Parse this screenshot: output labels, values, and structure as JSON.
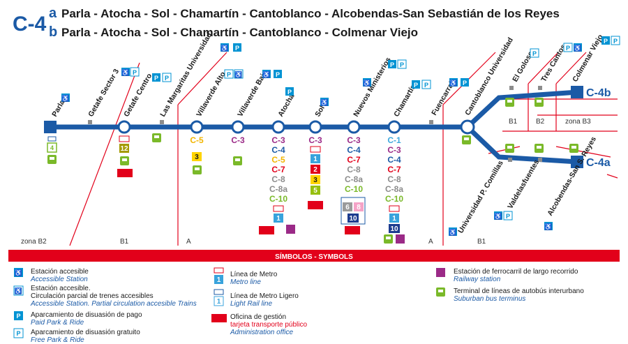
{
  "header": {
    "line_label": "C-4",
    "branch_a": "a",
    "branch_b": "b",
    "route_a": "Parla - Atocha - Sol - Chamartín - Cantoblanco - Alcobendas-San Sebastián de los Reyes",
    "route_b": "Parla - Atocha - Sol - Chamartín - Cantoblanco - Colmenar Viejo"
  },
  "stations": {
    "parla": "Parla",
    "getafe_sector3": "Getafe Sector 3",
    "getafe_centro": "Getafe Centro",
    "margaritas": "Las Margaritas Universidad",
    "villaverde_alto": "Villaverde Alto",
    "villaverde_bajo": "Villaverde Bajo",
    "atocha": "Atocha",
    "sol": "Sol",
    "nuevos_ministerios": "Nuevos Ministerios",
    "chamartin": "Chamartín",
    "fuencarral": "Fuencarral",
    "cantoblanco": "Cantoblanco Universidad",
    "el_goloso": "El Goloso",
    "tres_cantos": "Tres Cantos",
    "colmenar_viejo": "Colmenar Viejo",
    "comillas": "Universidad P. Comillas",
    "valdelasfuentes": "Valdelasfuentes",
    "alcobendas": "Alcobendas-San S. Reyes"
  },
  "terminals": {
    "b": "C-4b",
    "a": "C-4a"
  },
  "zones": {
    "zona_b2": "zona B2",
    "b1_left": "B1",
    "a_left": "A",
    "a_right": "A",
    "b1_right": "B1",
    "b1_top": "B1",
    "b2_top": "B2",
    "zona_b3": "zona B3"
  },
  "connections": {
    "parla_tram": "4",
    "getafe_metro": "12",
    "villaverde_alto_cercanias": "C-5",
    "villaverde_alto_metro": "3",
    "villaverde_bajo_cercanias": "C-3",
    "atocha_cercanias": [
      "C-3",
      "C-4",
      "C-5",
      "C-7",
      "C-8",
      "C-8a",
      "C-10"
    ],
    "atocha_metro": "1",
    "sol_cercanias": "C-3",
    "sol_metro": [
      "1",
      "2",
      "3",
      "5"
    ],
    "nuevos_cercanias": [
      "C-3",
      "C-4",
      "C-7",
      "C-8",
      "C-8a",
      "C-10"
    ],
    "nuevos_metro": [
      "6",
      "8",
      "10"
    ],
    "chamartin_cercanias": [
      "C-1",
      "C-3",
      "C-4",
      "C-7",
      "C-8",
      "C-8a",
      "C-10"
    ],
    "chamartin_metro": [
      "1",
      "10"
    ]
  },
  "symbols_banner": "SÍMBOLOS - SYMBOLS",
  "legend": {
    "accessible_es": "Estación accesible",
    "accessible_en": "Accessible Station",
    "partial_es_1": "Estación accesible.",
    "partial_es_2": "Circulación parcial de trenes accesibles",
    "partial_en": "Accessible Station. Partial circulation accesible Trains",
    "paid_es": "Aparcamiento de disuasión de pago",
    "paid_en": "Paid Park & Ride",
    "free_es": "Aparcamiento de disuasión gratuito",
    "free_en": "Free Park & Ride",
    "metro_es": "Línea de Metro",
    "metro_en": "Metro line",
    "light_es": "Línea de Metro Ligero",
    "light_en": "Light Rail line",
    "office_es": "Oficina de gestión",
    "office_red": "tarjeta transporte público",
    "office_en": "Administration office",
    "rail_es": "Estación de ferrocarril de largo recorrido",
    "rail_en": "Railway station",
    "bus_es": "Terminal de líneas de autobús interurbano",
    "bus_en": "Suburban bus terminus",
    "metro_sample": "1",
    "light_sample": "1"
  },
  "colors": {
    "line_blue": "#1b5aa6",
    "zone_red": "#e2001a",
    "c1": "#3ea9de",
    "c3": "#9b2a87",
    "c4": "#1b5aa6",
    "c5": "#f2b500",
    "c7": "#e2001a",
    "c8": "#8c8c8c",
    "c10": "#7ab929",
    "metro1": "#38a3dc",
    "metro2": "#e2001a",
    "metro3": "#ffd400",
    "metro5": "#96bf0d",
    "metro6": "#9b9b9b",
    "metro8": "#f5a3c7",
    "metro10": "#1d3c8f",
    "metro12": "#a49a00",
    "bus_green": "#7ab929",
    "parking_blue": "#0093d3"
  }
}
